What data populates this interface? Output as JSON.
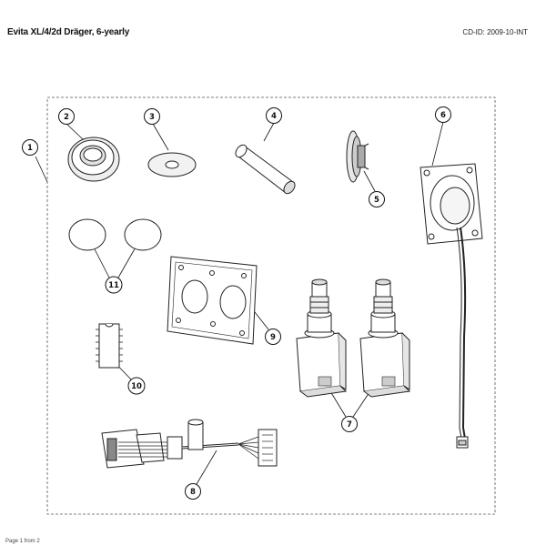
{
  "document": {
    "title": "Evita XL/4/2d Dräger, 6-yearly",
    "doc_id": "CD-ID: 2009-10-INT",
    "footer": "Page 1 from 2"
  },
  "callouts": [
    {
      "id": "kit",
      "label": "1"
    },
    {
      "id": "ring",
      "label": "2"
    },
    {
      "id": "washer",
      "label": "3"
    },
    {
      "id": "tube",
      "label": "4"
    },
    {
      "id": "valve-disc",
      "label": "5"
    },
    {
      "id": "fan",
      "label": "6"
    },
    {
      "id": "solenoids",
      "label": "7"
    },
    {
      "id": "connector",
      "label": "8"
    },
    {
      "id": "plate",
      "label": "9"
    },
    {
      "id": "chip",
      "label": "10"
    },
    {
      "id": "discs",
      "label": "11"
    }
  ]
}
